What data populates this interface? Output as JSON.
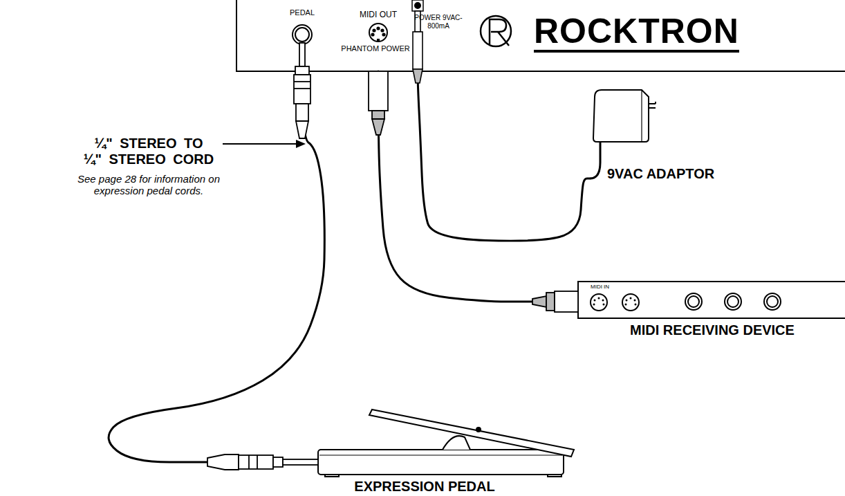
{
  "diagram": {
    "nodes": [
      {
        "text": [
          "PEDAL",
          "MIDI OUT",
          "POWER 9VAC-800mA",
          "PHANTOM POWER",
          "ROCKTRON"
        ]
      },
      {
        "text": [
          "9VAC ADAPTOR"
        ]
      },
      {
        "text": [
          "MIDI IN",
          "MIDI RECEIVING DEVICE"
        ]
      },
      {
        "text": [
          "EXPRESSION PEDAL"
        ]
      }
    ],
    "edges": [
      {
        "from": 0,
        "to": 3,
        "arrow": "none"
      },
      {
        "from": 0,
        "to": 2,
        "arrow": "none"
      },
      {
        "from": 0,
        "to": 1,
        "arrow": "none"
      }
    ],
    "labels": [
      "¼\" STEREO TO ¼\" STEREO CORD",
      "See page 28 for information on expression pedal cords."
    ]
  }
}
